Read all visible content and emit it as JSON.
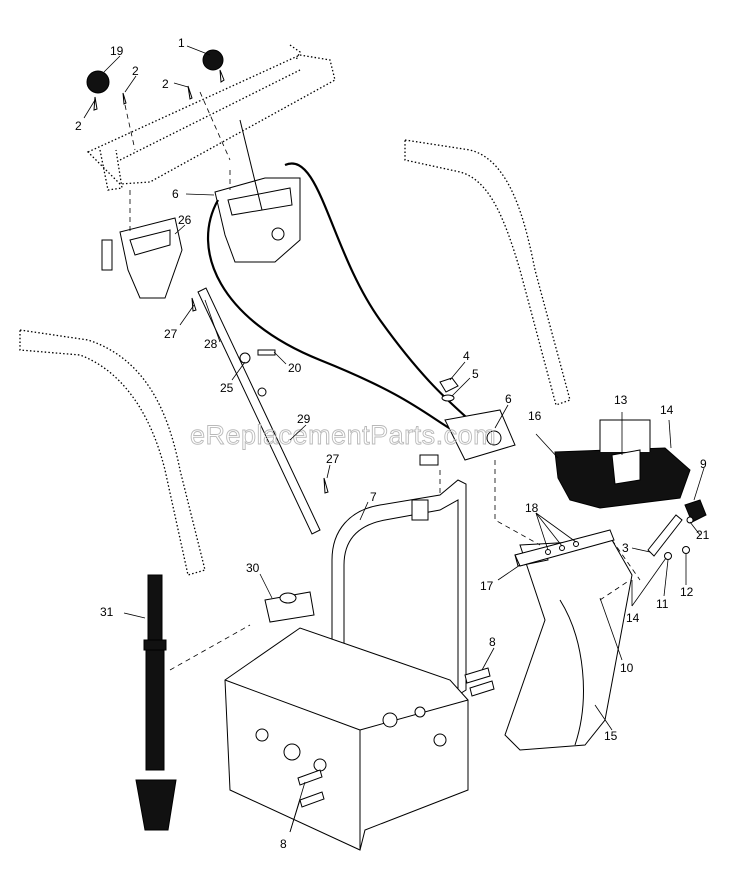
{
  "watermark": "eReplacementParts.com",
  "callouts": [
    {
      "id": "c1",
      "text": "1"
    },
    {
      "id": "c2a",
      "text": "2"
    },
    {
      "id": "c2b",
      "text": "2"
    },
    {
      "id": "c2c",
      "text": "2"
    },
    {
      "id": "c3",
      "text": "3"
    },
    {
      "id": "c4",
      "text": "4"
    },
    {
      "id": "c5",
      "text": "5"
    },
    {
      "id": "c6a",
      "text": "6"
    },
    {
      "id": "c6b",
      "text": "6"
    },
    {
      "id": "c7",
      "text": "7"
    },
    {
      "id": "c8a",
      "text": "8"
    },
    {
      "id": "c8b",
      "text": "8"
    },
    {
      "id": "c9",
      "text": "9"
    },
    {
      "id": "c10",
      "text": "10"
    },
    {
      "id": "c11",
      "text": "11"
    },
    {
      "id": "c12",
      "text": "12"
    },
    {
      "id": "c13",
      "text": "13"
    },
    {
      "id": "c14a",
      "text": "14"
    },
    {
      "id": "c14b",
      "text": "14"
    },
    {
      "id": "c15",
      "text": "15"
    },
    {
      "id": "c16",
      "text": "16"
    },
    {
      "id": "c17",
      "text": "17"
    },
    {
      "id": "c18",
      "text": "18"
    },
    {
      "id": "c19",
      "text": "19"
    },
    {
      "id": "c20",
      "text": "20"
    },
    {
      "id": "c21",
      "text": "21"
    },
    {
      "id": "c25",
      "text": "25"
    },
    {
      "id": "c26",
      "text": "26"
    },
    {
      "id": "c27a",
      "text": "27"
    },
    {
      "id": "c27b",
      "text": "27"
    },
    {
      "id": "c28",
      "text": "28"
    },
    {
      "id": "c29",
      "text": "29"
    },
    {
      "id": "c30",
      "text": "30"
    },
    {
      "id": "c31",
      "text": "31"
    }
  ]
}
